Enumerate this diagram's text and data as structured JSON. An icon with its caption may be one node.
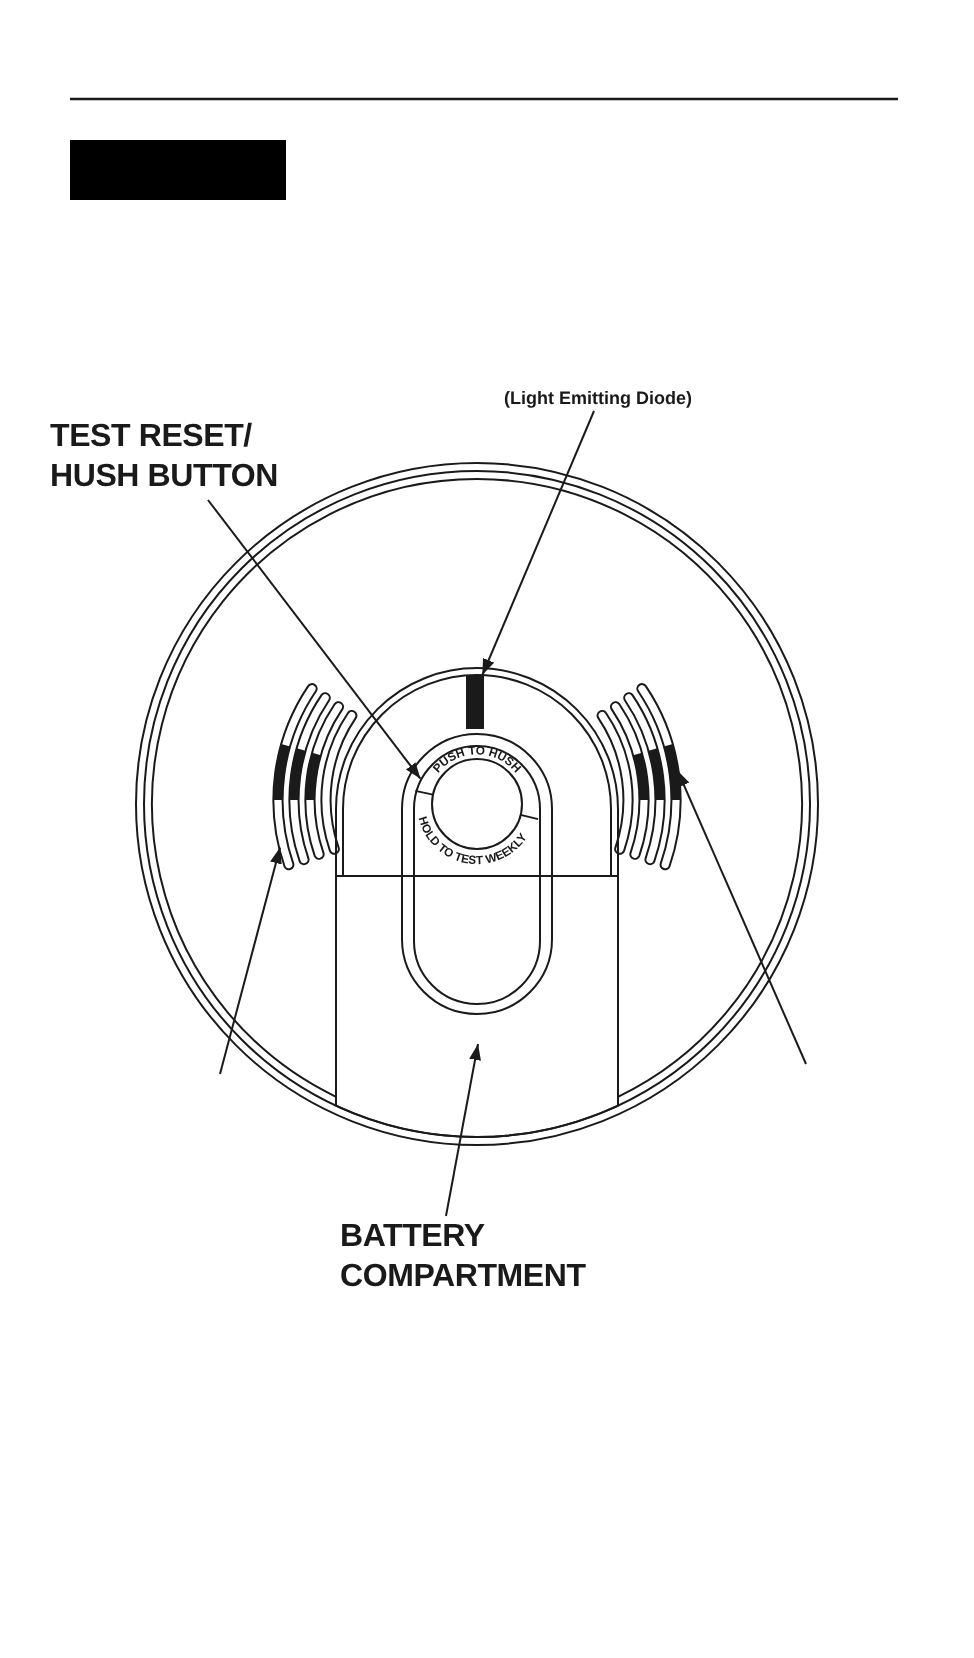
{
  "diagram": {
    "nodes": [
      {
        "text": [],
        "shape": "bar"
      },
      {
        "text": [
          "(Light Emitting Diode)"
        ]
      },
      {
        "text": [
          "TEST RESET/ HUSH BUTTON"
        ]
      },
      {
        "text": [],
        "shape": "bar"
      },
      {
        "text": [],
        "shape": "picture"
      },
      {
        "text": [
          "PUSH TO HUSH",
          "HOLD TO TEST WEEKLY"
        ]
      },
      {
        "text": [],
        "shape": "picture"
      },
      {
        "text": [],
        "shape": "box"
      },
      {
        "text": [
          "BATTERY COMPARTMENT"
        ]
      }
    ],
    "edges": [
      {
        "from": 1,
        "to": 3,
        "arrow": "to"
      },
      {
        "from": 2,
        "to": 5,
        "arrow": "to"
      },
      {
        "from": null,
        "to": 4,
        "arrow": "to"
      },
      {
        "from": null,
        "to": 6,
        "arrow": "to"
      },
      {
        "from": 8,
        "to": 7,
        "arrow": "to"
      }
    ]
  }
}
